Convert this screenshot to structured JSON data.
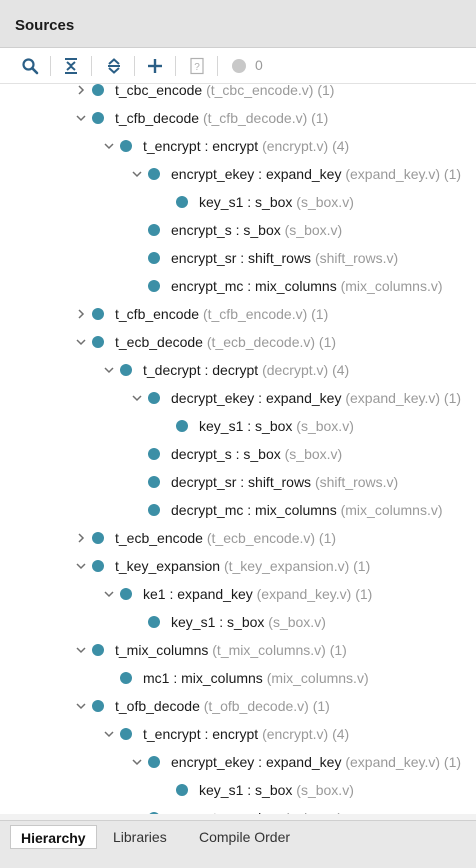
{
  "panel": {
    "title": "Sources"
  },
  "toolbar": {
    "count": "0"
  },
  "tree": [
    {
      "indent": 0,
      "chevron": "right",
      "name": "t_cbc_encode",
      "file": "(t_cbc_encode.v) (1)"
    },
    {
      "indent": 0,
      "chevron": "down",
      "name": "t_cfb_decode",
      "file": "(t_cfb_decode.v) (1)"
    },
    {
      "indent": 1,
      "chevron": "down",
      "name": "t_encrypt : encrypt",
      "file": "(encrypt.v) (4)"
    },
    {
      "indent": 2,
      "chevron": "down",
      "name": "encrypt_ekey : expand_key",
      "file": "(expand_key.v) (1)"
    },
    {
      "indent": 3,
      "chevron": "none",
      "name": "key_s1 : s_box",
      "file": "(s_box.v)"
    },
    {
      "indent": 2,
      "chevron": "none",
      "name": "encrypt_s : s_box",
      "file": "(s_box.v)"
    },
    {
      "indent": 2,
      "chevron": "none",
      "name": "encrypt_sr : shift_rows",
      "file": "(shift_rows.v)"
    },
    {
      "indent": 2,
      "chevron": "none",
      "name": "encrypt_mc : mix_columns",
      "file": "(mix_columns.v)"
    },
    {
      "indent": 0,
      "chevron": "right",
      "name": "t_cfb_encode",
      "file": "(t_cfb_encode.v) (1)"
    },
    {
      "indent": 0,
      "chevron": "down",
      "name": "t_ecb_decode",
      "file": "(t_ecb_decode.v) (1)"
    },
    {
      "indent": 1,
      "chevron": "down",
      "name": "t_decrypt : decrypt",
      "file": "(decrypt.v) (4)"
    },
    {
      "indent": 2,
      "chevron": "down",
      "name": "decrypt_ekey : expand_key",
      "file": "(expand_key.v) (1)"
    },
    {
      "indent": 3,
      "chevron": "none",
      "name": "key_s1 : s_box",
      "file": "(s_box.v)"
    },
    {
      "indent": 2,
      "chevron": "none",
      "name": "decrypt_s : s_box",
      "file": "(s_box.v)"
    },
    {
      "indent": 2,
      "chevron": "none",
      "name": "decrypt_sr : shift_rows",
      "file": "(shift_rows.v)"
    },
    {
      "indent": 2,
      "chevron": "none",
      "name": "decrypt_mc : mix_columns",
      "file": "(mix_columns.v)"
    },
    {
      "indent": 0,
      "chevron": "right",
      "name": "t_ecb_encode",
      "file": "(t_ecb_encode.v) (1)"
    },
    {
      "indent": 0,
      "chevron": "down",
      "name": "t_key_expansion",
      "file": "(t_key_expansion.v) (1)"
    },
    {
      "indent": 1,
      "chevron": "down",
      "name": "ke1 : expand_key",
      "file": "(expand_key.v) (1)"
    },
    {
      "indent": 2,
      "chevron": "none",
      "name": "key_s1 : s_box",
      "file": "(s_box.v)"
    },
    {
      "indent": 0,
      "chevron": "down",
      "name": "t_mix_columns",
      "file": "(t_mix_columns.v) (1)"
    },
    {
      "indent": 1,
      "chevron": "none",
      "name": "mc1 : mix_columns",
      "file": "(mix_columns.v)"
    },
    {
      "indent": 0,
      "chevron": "down",
      "name": "t_ofb_decode",
      "file": "(t_ofb_decode.v) (1)"
    },
    {
      "indent": 1,
      "chevron": "down",
      "name": "t_encrypt : encrypt",
      "file": "(encrypt.v) (4)"
    },
    {
      "indent": 2,
      "chevron": "down",
      "name": "encrypt_ekey : expand_key",
      "file": "(expand_key.v) (1)"
    },
    {
      "indent": 3,
      "chevron": "none",
      "name": "key_s1 : s_box",
      "file": "(s_box.v)"
    },
    {
      "indent": 2,
      "chevron": "none",
      "name": "encrypt_s : s_box",
      "file": "(s_box.v)"
    }
  ],
  "tabs": {
    "hierarchy": "Hierarchy",
    "libraries": "Libraries",
    "compile_order": "Compile Order"
  },
  "colors": {
    "node": "#3c8fa6",
    "file_text": "#9a9a9a",
    "toolbar_icon": "#2b5f86"
  },
  "icons": {
    "search": "search-icon",
    "collapse_all": "collapse-all-icon",
    "expand_all": "expand-all-icon",
    "add": "add-icon",
    "unknown_file": "unknown-file-icon",
    "status_dot": "status-dot-icon"
  }
}
